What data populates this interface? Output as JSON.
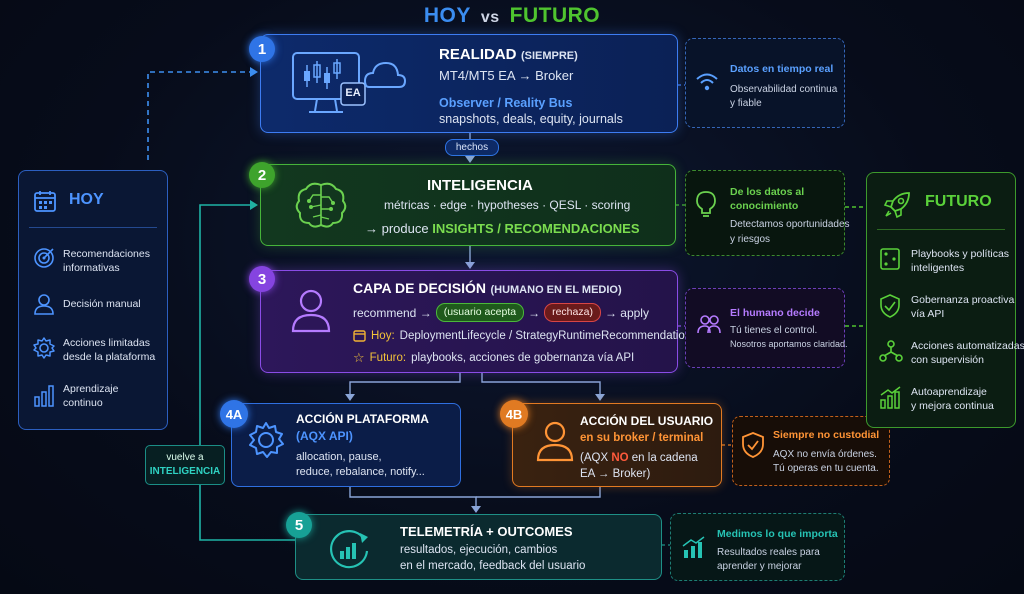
{
  "title": {
    "hoy": "HOY",
    "vs": "vs",
    "futuro": "FUTURO"
  },
  "colors": {
    "blue": "#3d7cf2",
    "green": "#46b43a",
    "purple": "#8a4ce6",
    "orange": "#e27a22",
    "teal": "#1e8f86"
  },
  "steps": {
    "s1": {
      "badge": "1",
      "title": "REALIDAD",
      "title_suffix": "(SIEMPRE)",
      "line1": "MT4/MT5 EA → Broker",
      "line2": "Observer / Reality Bus",
      "line3": "snapshots, deals, equity, journals",
      "icon_label": "EA",
      "icon": "monitor-chart-cloud-icon"
    },
    "s2": {
      "badge": "2",
      "title": "INTELIGENCIA",
      "line1": "métricas · edge · hypotheses · QESL · scoring",
      "line2_prefix": "→ produce",
      "line2_em": "INSIGHTS / RECOMENDACIONES",
      "icon": "brain-icon"
    },
    "s3": {
      "badge": "3",
      "title": "CAPA DE DECISIÓN",
      "title_suffix": "(HUMANO EN EL MEDIO)",
      "flow_a": "recommend →",
      "chip_accept": "(usuario acepta",
      "flow_b": "→",
      "chip_reject": "rechaza)",
      "flow_c": "→ apply",
      "hoy_label": "Hoy:",
      "hoy_text": "DeploymentLifecycle / StrategyRuntimeRecommendation",
      "fut_label": "Futuro:",
      "fut_text": "playbooks, acciones de gobernanza vía API",
      "icon": "person-icon"
    },
    "s4a": {
      "badge": "4A",
      "title": "ACCIÓN PLATAFORMA",
      "subtitle": "(AQX API)",
      "line1": "allocation, pause,",
      "line2": "reduce, rebalance, notify...",
      "icon": "gear-icon"
    },
    "s4b": {
      "badge": "4B",
      "title": "ACCIÓN DEL USUARIO",
      "subtitle": "en su broker / terminal",
      "line1_a": "(AQX",
      "line1_no": "NO",
      "line1_b": "en la cadena",
      "line2": "EA → Broker)",
      "icon": "user-icon"
    },
    "s5": {
      "badge": "5",
      "title": "TELEMETRÍA + OUTCOMES",
      "line1": "resultados, ejecución, cambios",
      "line2": "en el mercado, feedback del usuario",
      "icon": "refresh-chart-icon"
    }
  },
  "connectors": {
    "hechos": "hechos",
    "vuelve_line1": "vuelve a",
    "vuelve_line2": "INTELIGENCIA"
  },
  "notes": {
    "n1": {
      "title": "Datos en tiempo real",
      "line1": "Observabilidad continua",
      "line2": "y fiable",
      "icon": "wifi-icon"
    },
    "n2": {
      "title1": "De los datos al",
      "title2": "conocimiento",
      "line1": "Detectamos oportunidades",
      "line2": "y riesgos",
      "icon": "lightbulb-icon"
    },
    "n3": {
      "title": "El humano decide",
      "line1": "Tú tienes el control.",
      "line2": "Nosotros aportamos claridad.",
      "icon": "people-icon"
    },
    "n4": {
      "title": "Siempre no custodial",
      "line1": "AQX no envía órdenes.",
      "line2": "Tú operas en tu cuenta.",
      "icon": "shield-check-icon"
    },
    "n5": {
      "title": "Medimos lo que importa",
      "line1": "Resultados reales para",
      "line2": "aprender y mejorar",
      "icon": "bar-chart-icon"
    }
  },
  "hoy": {
    "title": "HOY",
    "items": [
      {
        "l1": "Recomendaciones",
        "l2": "informativas",
        "icon": "target-icon"
      },
      {
        "l1": "Decisión manual",
        "l2": "",
        "icon": "user-icon"
      },
      {
        "l1": "Acciones limitadas",
        "l2": "desde la plataforma",
        "icon": "gear-icon"
      },
      {
        "l1": "Aprendizaje",
        "l2": "continuo",
        "icon": "bar-chart-icon"
      }
    ]
  },
  "futuro": {
    "title": "FUTURO",
    "items": [
      {
        "l1": "Playbooks y políticas",
        "l2": "inteligentes",
        "icon": "playbook-icon"
      },
      {
        "l1": "Gobernanza proactiva",
        "l2": "vía API",
        "icon": "shield-check-icon"
      },
      {
        "l1": "Acciones automatizadas",
        "l2": "con supervisión",
        "icon": "network-icon"
      },
      {
        "l1": "Autoaprendizaje",
        "l2": "y mejora continua",
        "icon": "growth-chart-icon"
      }
    ]
  }
}
